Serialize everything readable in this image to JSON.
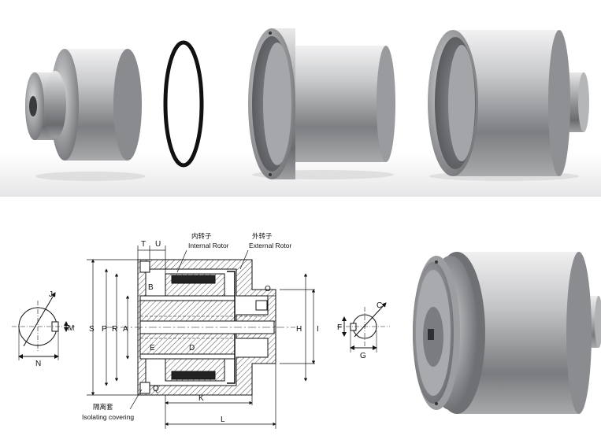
{
  "drawing": {
    "internal_rotor_cn": "内转子",
    "internal_rotor_en": "Internal Rotor",
    "external_rotor_cn": "外转子",
    "external_rotor_en": "External Rotor",
    "isolating_cn": "隔离套",
    "isolating_en": "Isolating covering",
    "dims": {
      "T": "T",
      "U": "U",
      "B": "B",
      "S": "S",
      "P": "P",
      "R": "R",
      "A": "A",
      "E": "E",
      "D": "D",
      "Q": "Q",
      "K": "K",
      "L": "L",
      "O": "O",
      "H": "H",
      "I": "I",
      "J": "J",
      "M": "M",
      "N": "N",
      "C": "C",
      "F": "F",
      "G": "G"
    }
  }
}
